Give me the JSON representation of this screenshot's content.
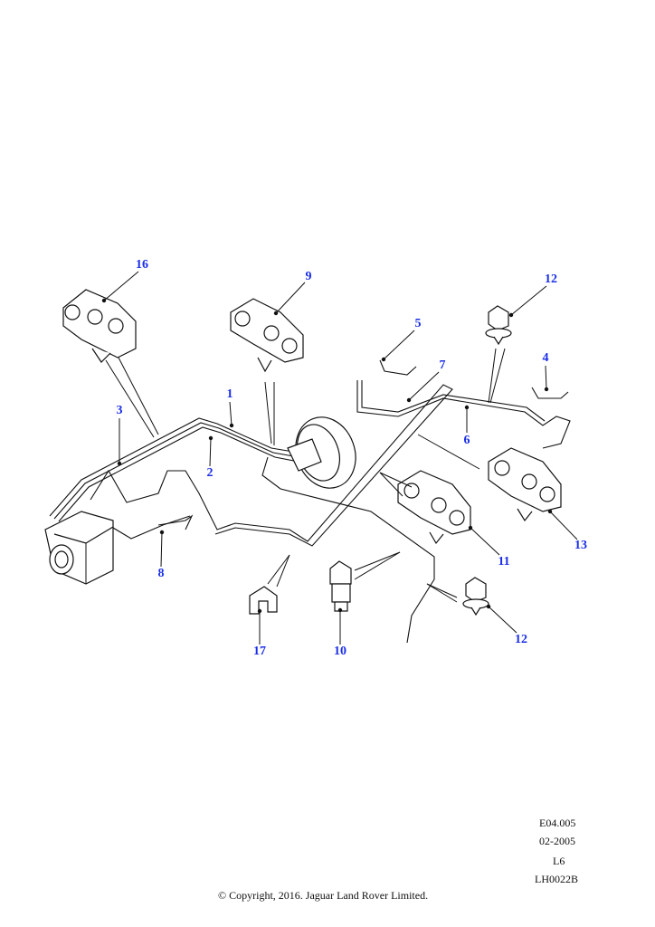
{
  "callouts": {
    "c16": "16",
    "c9": "9",
    "c12a": "12",
    "c5": "5",
    "c4": "4",
    "c7": "7",
    "c1": "1",
    "c3": "3",
    "c6": "6",
    "c2": "2",
    "c13": "13",
    "c8": "8",
    "c11": "11",
    "c12b": "12",
    "c17": "17",
    "c10": "10"
  },
  "meta": {
    "section": "E04.005",
    "date": "02-2005",
    "model": "L6",
    "illustration_id": "LH0022B",
    "copyright": "© Copyright, 2016. Jaguar Land Rover Limited."
  },
  "colors": {
    "callout": "#1a2ee8",
    "line": "#111111"
  }
}
